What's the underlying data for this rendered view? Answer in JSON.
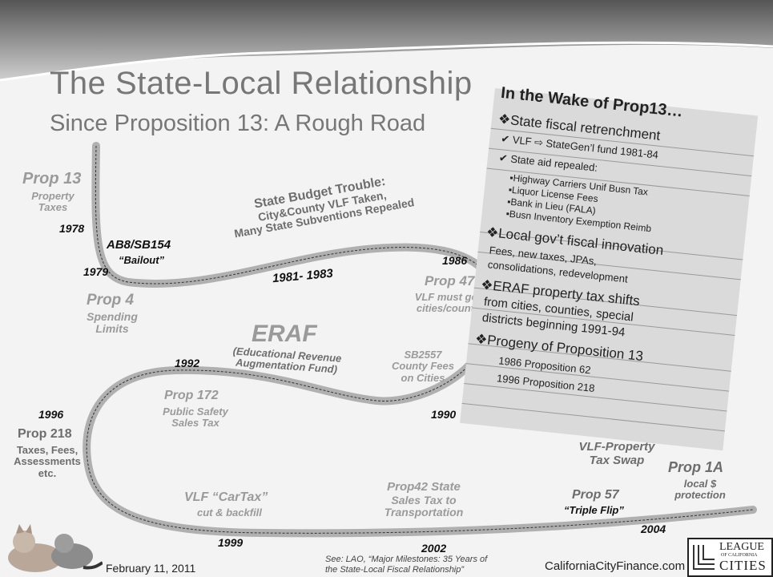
{
  "title": "The State-Local Relationship",
  "subtitle": "Since Proposition 13: A Rough Road",
  "labels": {
    "prop13": "Prop 13",
    "prop13_sub1": "Property",
    "prop13_sub2": "Taxes",
    "y1978": "1978",
    "ab8": "AB8/SB154",
    "bailout": "“Bailout”",
    "y1979": "1979",
    "prop4": "Prop 4",
    "prop4_sub1": "Spending",
    "prop4_sub2": "Limits",
    "budget1": "State Budget Trouble:",
    "budget2": "City&County VLF Taken,",
    "budget3": "Many State Subventions Repealed",
    "y8183": "1981- 1983",
    "y1986": "1986",
    "prop47": "Prop 47",
    "prop47_sub1": "VLF must go to",
    "prop47_sub2": "cities/counties",
    "eraf": "ERAF",
    "eraf_sub1": "(Educational Revenue",
    "eraf_sub2": "Augmentation Fund)",
    "y1992": "1992",
    "sb2557_1": "SB2557",
    "sb2557_2": "County Fees",
    "sb2557_3": "on Cities",
    "y1990": "1990",
    "prop172": "Prop 172",
    "prop172_sub1": "Public Safety",
    "prop172_sub2": "Sales Tax",
    "y1996": "1996",
    "prop218": "Prop 218",
    "prop218_sub1": "Taxes, Fees,",
    "prop218_sub2": "Assessments",
    "prop218_sub3": "etc.",
    "vlfcartax": "VLF “CarTax”",
    "cutbackfill": "cut  & backfill",
    "y1999": "1999",
    "prop42_1": "Prop42 State",
    "prop42_2": "Sales Tax to",
    "prop42_3": "Transportation",
    "y2002": "2002",
    "vlfswap1": "VLF-Property",
    "vlfswap2": "Tax Swap",
    "prop57": "Prop 57",
    "tripleflip": "“Triple Flip”",
    "prop1a": "Prop 1A",
    "prop1a_sub1": "local $",
    "prop1a_sub2": "protection",
    "y2004": "2004"
  },
  "panel": {
    "heading": "In the Wake of Prop13…",
    "b1": "❖State fiscal retrenchment",
    "b1a": "✔ VLF ⇨ StateGen’l fund 1981-84",
    "b1b": "✔ State aid repealed:",
    "s1": "▪Highway Carriers Unif Busn Tax",
    "s2": "▪Liquor License Fees",
    "s3": "▪Bank in Lieu (FALA)",
    "s4": "▪Busn Inventory Exemption Reimb",
    "b2": "❖Local gov’t fiscal innovation",
    "b2a": "Fees, new taxes, JPAs,",
    "b2b": "consolidations, redevelopment",
    "b3": "❖ERAF property tax shifts",
    "b3a": "from cities, counties, special",
    "b3b": "districts beginning 1991-94",
    "b4": "❖Progeny of Proposition 13",
    "b4a": "1986 Proposition 62",
    "b4b": "1996 Proposition 218"
  },
  "footer": {
    "date": "February 11, 2011",
    "source1": "See: LAO, “Major Milestones: 35 Years of",
    "source2": "the State-Local Fiscal Relationship”",
    "site": "CaliforniaCityFinance.com",
    "logo1": "LEAGUE",
    "logo2": "OF CALIFORNIA",
    "logo3": "CITIES"
  },
  "colors": {
    "road": "#b0b0b0",
    "accent_text": "#9a9a9a",
    "panel": "#dadada"
  }
}
